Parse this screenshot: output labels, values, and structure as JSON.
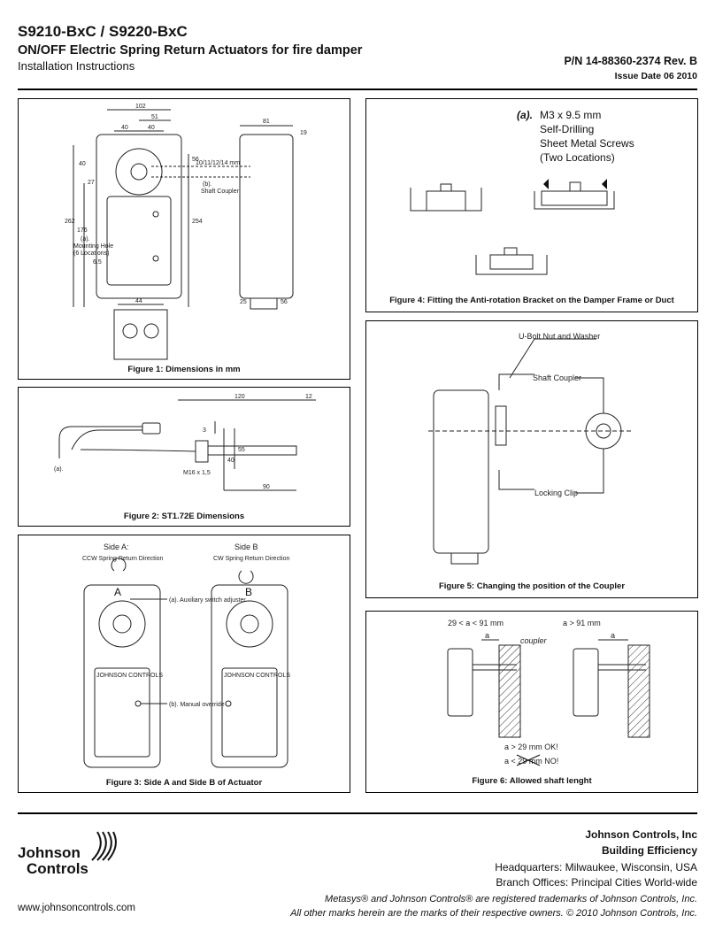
{
  "header": {
    "title": "S9210-BxC / S9220-BxC",
    "subtitle": "ON/OFF Electric Spring Return Actuators for fire damper",
    "doc_type": "Installation Instructions",
    "part_number": "P/N 14-88360-2374  Rev.  B",
    "issue_date": "Issue Date 06 2010"
  },
  "figure1": {
    "caption": "Figure 1: Dimensions in mm",
    "dims": [
      "102",
      "51",
      "40",
      "40",
      "81",
      "19",
      "56",
      "40",
      "27",
      "262",
      "176",
      "254",
      "25",
      "56",
      "44",
      "6.5"
    ],
    "labels": {
      "shaft_sizes": "10/11/12/14 mm",
      "b": "(b).",
      "shaft_coupler": "Shaft Coupler",
      "a": "(a).",
      "mounting_hole": "Mounting Hole",
      "locations": "(6 Locations)"
    }
  },
  "figure2": {
    "caption": "Figure 2: ST1.72E Dimensions",
    "dims": [
      "120",
      "12",
      "3",
      "40",
      "55",
      "90"
    ],
    "labels": {
      "thread": "M16 x 1,5",
      "a": "(a)."
    }
  },
  "figure3": {
    "caption": "Figure 3: Side A and Side B of Actuator",
    "side_a": "Side A:",
    "side_a_dir": "CCW Spring Return Direction",
    "side_b": "Side B",
    "side_b_dir": "CW Spring Return Direction",
    "letter_a": "A",
    "letter_b": "B",
    "aux_label": "(a). Auxiliary switch adjuster",
    "manual_label": "(b). Manual override",
    "brand": "JOHNSON CONTROLS"
  },
  "figure4": {
    "caption": "Figure 4: Fitting the Anti-rotation Bracket on the Damper Frame or Duct",
    "note_a": "(a).",
    "note_lines": [
      "M3 x 9.5 mm",
      "Self-Drilling",
      "Sheet Metal Screws",
      "(Two Locations)"
    ]
  },
  "figure5": {
    "caption": "Figure 5: Changing the position of the Coupler",
    "labels": [
      "U-Bolt Nut and Washer",
      "Shaft Coupler",
      "Locking Clip"
    ]
  },
  "figure6": {
    "caption": "Figure 6: Allowed shaft lenght",
    "left_cond": "29 < a < 91 mm",
    "right_cond": "a > 91 mm",
    "a": "a",
    "coupler": "coupler",
    "ok": "a > 29 mm OK!",
    "no": "a < 29 mm NO!"
  },
  "footer": {
    "company": "Johnson Controls, Inc",
    "tagline": "Building Efficiency",
    "hq": "Headquarters: Milwaukee, Wisconsin, USA",
    "branch": "Branch Offices: Principal Cities World-wide",
    "tm1": "Metasys® and Johnson Controls® are registered trademarks of Johnson Controls, Inc.",
    "tm2": "All other marks herein are the marks of their respective owners. © 2010 Johnson Controls, Inc.",
    "url": "www.johnsoncontrols.com",
    "logo_line1": "Johnson",
    "logo_line2": "Controls"
  }
}
